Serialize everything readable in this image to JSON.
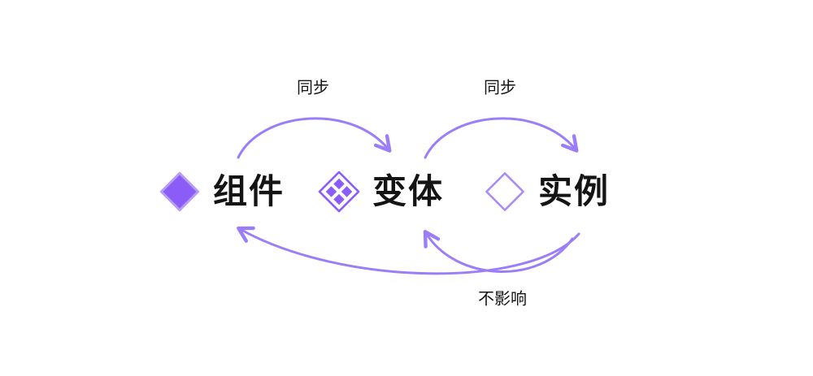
{
  "diagram": {
    "title": "",
    "nodes": [
      {
        "id": "component",
        "label": "组件",
        "icon": "component-filled-diamond-icon"
      },
      {
        "id": "variant",
        "label": "变体",
        "icon": "variant-diamond-grid-icon"
      },
      {
        "id": "instance",
        "label": "实例",
        "icon": "instance-outline-diamond-icon"
      }
    ],
    "edges": [
      {
        "from": "component",
        "to": "variant",
        "label": "同步",
        "position": "top"
      },
      {
        "from": "variant",
        "to": "instance",
        "label": "同步",
        "position": "top"
      },
      {
        "from": "instance",
        "to": "variant",
        "label": "不影响",
        "position": "bottom"
      },
      {
        "from": "instance",
        "to": "component",
        "label": "不影响",
        "position": "bottom"
      }
    ],
    "colors": {
      "accent": "#8B5CF6",
      "icon_outline": "#B49CF7",
      "instance_outline": "#A98DF7",
      "arrow": "#9B7EF7",
      "text": "#141414",
      "background": "#FFFFFF"
    }
  }
}
